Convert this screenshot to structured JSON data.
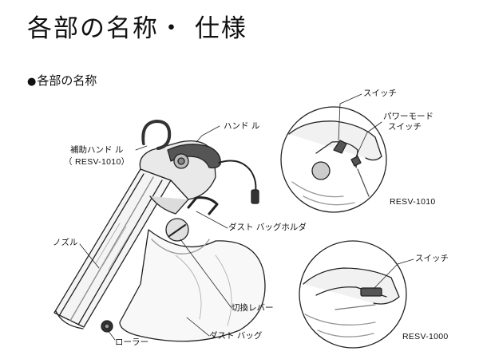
{
  "page": {
    "title": "各部の名称・ 仕様",
    "section_bullet": "●",
    "section_heading": "各部の名称"
  },
  "main_figure": {
    "labels": {
      "handle": "ハンド ル",
      "aux_handle": "補助ハンド ル",
      "aux_handle_note": "（ RESV-1010）",
      "dust_bag_holder": "ダスト バッグホルダ",
      "nozzle": "ノズル",
      "switch_lever": "切換レバー",
      "roller": "ローラー",
      "dust_bag": "ダスト バッグ"
    }
  },
  "detail_1010": {
    "switch_label": "スイッチ",
    "power_mode_line1": "パワーモード",
    "power_mode_line2": "スイッチ",
    "model": "RESV-1010"
  },
  "detail_1000": {
    "switch_label": "スイッチ",
    "model": "RESV-1000"
  }
}
